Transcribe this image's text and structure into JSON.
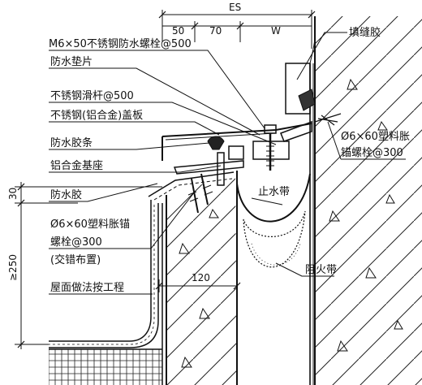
{
  "dimensions": {
    "total": "ES",
    "seg1": "50",
    "seg2": "70",
    "seg3": "W",
    "left_30": "30",
    "left_250": "≥250",
    "mid_120": "120"
  },
  "labels": {
    "bolt": "M6×50不锈钢防水螺栓@500",
    "gasket": "防水垫片",
    "slide_rod": "不锈钢滑杆@500",
    "cover": "不锈钢(铝合金)盖板",
    "strip": "防水胶条",
    "base": "铝合金基座",
    "sealant": "防水胶",
    "anchor_left_1": "Ø6×60塑料胀锚",
    "anchor_left_2": "螺栓@300",
    "anchor_left_3": "(交错布置)",
    "roof": "屋面做法按工程",
    "filler": "填缝胶",
    "anchor_right_1": "Ø6×60塑料胀",
    "anchor_right_2": "锚螺栓@300",
    "waterstop": "止水带",
    "fire": "阻火带"
  }
}
